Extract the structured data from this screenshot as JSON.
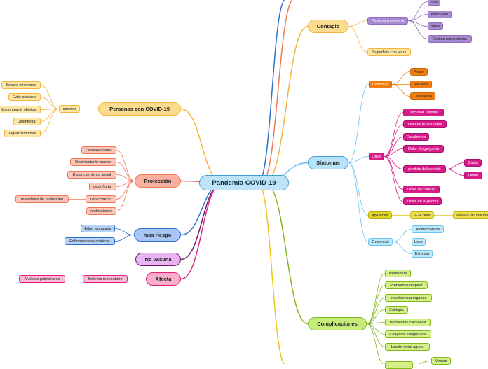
{
  "root": {
    "label": "Pandemia COVID-19"
  },
  "colors": {
    "orange": "#f5b53c",
    "salmon": "#f0775a",
    "blue": "#2f6fd0",
    "purple": "#6b1e6e",
    "magenta": "#e6207a",
    "yellow": "#f0c419",
    "green": "#82b81c",
    "sky": "#6ac4ef",
    "violet": "#8e6bbf",
    "tangerine": "#f07d11",
    "pink": "#d91b8a",
    "mustard": "#d9c611"
  },
  "branches": {
    "personas": {
      "label": "Personas con COVID-19",
      "convivir": "convivir",
      "items": [
        "Separe miembros",
        "Evite contacto",
        "No compartir objetos",
        "Desinfectar",
        "Vigilar síntomas"
      ]
    },
    "proteccion": {
      "label": "Protección",
      "items": [
        "Lavarse manos",
        "Desinfectante manos",
        "Distanciamiento social",
        "desinfectar",
        "uso correcto",
        "restricciones"
      ],
      "materiales": "materiales de protección"
    },
    "riesgo": {
      "label": "mas riesgo",
      "items": [
        "Edad avanzada",
        "Enfermedades crónicas"
      ]
    },
    "vacuna": {
      "label": "No vacuna"
    },
    "afecta": {
      "label": "Afecta",
      "sistema": "Sistema respiratorio",
      "alveolos": "Alvéolos pulmonares"
    },
    "contagio": {
      "label": "Contagio",
      "persona": "Persona a persona",
      "items": [
        "tose",
        "estornuda",
        "habla",
        "Gotitas respiratorias"
      ],
      "superficie": "Superficie con virus"
    },
    "sintomas": {
      "label": "Síntomas",
      "comunes": "Comunes",
      "comunes_items": [
        "Fiebre",
        "tos seca",
        "Cansancio"
      ],
      "otros": "Otros",
      "otros_items": [
        "Dificultad respirar",
        "Dolores musculares",
        "Escalofríos",
        "Dolor de garganta",
        "perdida del sentido",
        "Dolor de cabeza",
        "Dolor en el pecho"
      ],
      "sentidos": [
        "Gusto",
        "Olfato"
      ],
      "aparecen": "aparecen",
      "dias": "2-14 días",
      "periodo": "Periodo incubacion",
      "gravedad": "Gravedad",
      "gravedad_items": [
        "Asintomáticos",
        "Leve",
        "Extrema"
      ]
    },
    "complicaciones": {
      "label": "Complicaciones",
      "items": [
        "Neumonía",
        "Problemas respirar",
        "Insuficiencia órganos",
        "Subtopic",
        "Problemas cardíacos",
        "Coágulos sanguíneos",
        "Lesión renal aguda"
      ],
      "virales": "Virales"
    }
  }
}
